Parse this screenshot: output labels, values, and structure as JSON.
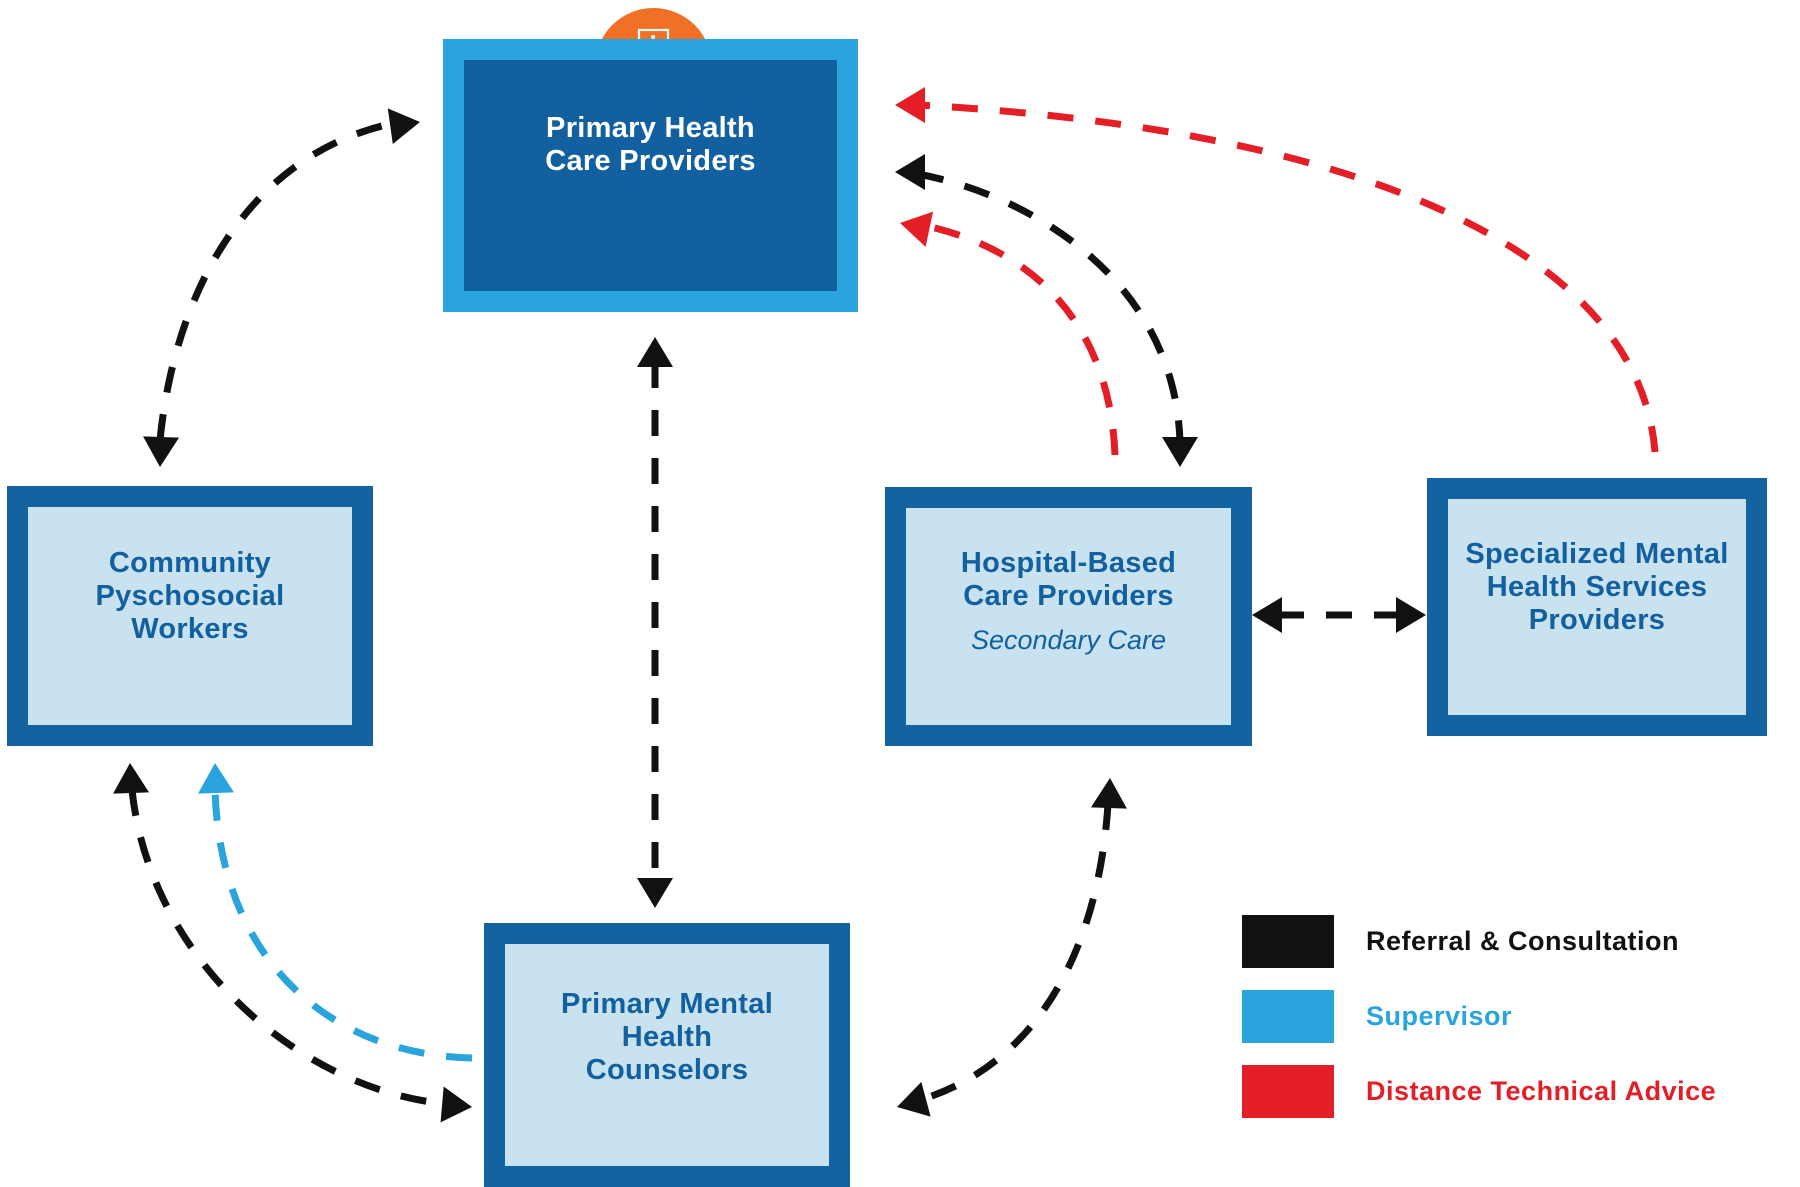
{
  "colors": {
    "referral": "#111111",
    "supervisor": "#2aa4dd",
    "distance": "#e41e26",
    "node_border": "#1263a0",
    "node_fill": "#c9e2ef",
    "primary_fill": "#12609f",
    "primary_border": "#2aa4dd",
    "icon_fill": "#f07025"
  },
  "nodes": {
    "primary_health": {
      "line1": "Primary Health",
      "line2": "Care Providers",
      "icon": "medical-cross-icon"
    },
    "community": {
      "line1": "Community",
      "line2": "Pyschosocial",
      "line3": "Workers"
    },
    "hospital": {
      "line1": "Hospital-Based",
      "line2": "Care Providers",
      "subtitle": "Secondary Care"
    },
    "specialized": {
      "line1": "Specialized Mental",
      "line2": "Health Services",
      "line3": "Providers"
    },
    "pmh_counselors": {
      "line1": "Primary Mental",
      "line2": "Health",
      "line3": "Counselors"
    }
  },
  "connections": [
    {
      "id": "community-primary",
      "from": "Community Pyschosocial Workers",
      "to": "Primary Health Care Providers",
      "type": "referral",
      "direction": "both"
    },
    {
      "id": "primary-pmh",
      "from": "Primary Health Care Providers",
      "to": "Primary Mental Health Counselors",
      "type": "referral",
      "direction": "both"
    },
    {
      "id": "hospital-primary",
      "from": "Hospital-Based Care Providers",
      "to": "Primary Health Care Providers",
      "type": "referral",
      "direction": "both"
    },
    {
      "id": "hospital-primary-advice",
      "from": "Hospital-Based Care Providers",
      "to": "Primary Health Care Providers",
      "type": "distance",
      "direction": "to"
    },
    {
      "id": "specialized-primary-advice",
      "from": "Specialized Mental Health Services Providers",
      "to": "Primary Health Care Providers",
      "type": "distance",
      "direction": "to"
    },
    {
      "id": "hospital-specialized",
      "from": "Hospital-Based Care Providers",
      "to": "Specialized Mental Health Services Providers",
      "type": "referral",
      "direction": "both"
    },
    {
      "id": "community-pmh",
      "from": "Community Pyschosocial Workers",
      "to": "Primary Mental Health Counselors",
      "type": "referral",
      "direction": "both"
    },
    {
      "id": "pmh-community-supervisor",
      "from": "Primary Mental Health Counselors",
      "to": "Community Pyschosocial Workers",
      "type": "supervisor",
      "direction": "to"
    },
    {
      "id": "pmh-hospital",
      "from": "Primary Mental Health Counselors",
      "to": "Hospital-Based Care Providers",
      "type": "referral",
      "direction": "both"
    }
  ],
  "legend": {
    "items": [
      {
        "key": "referral",
        "label": "Referral & Consultation"
      },
      {
        "key": "supervisor",
        "label": "Supervisor"
      },
      {
        "key": "distance",
        "label": "Distance Technical Advice"
      }
    ]
  }
}
